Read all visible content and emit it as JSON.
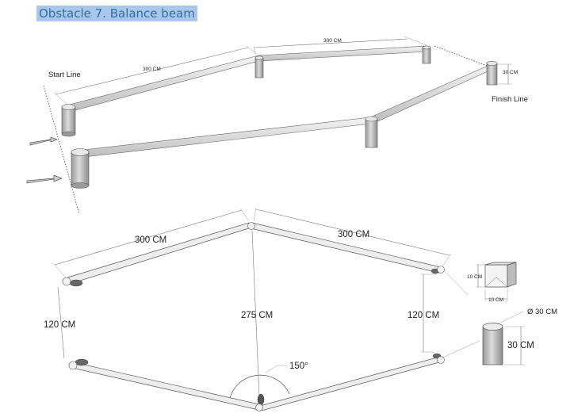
{
  "title": "Obstacle 7. Balance beam",
  "colors": {
    "title_text": "#2f6fa3",
    "title_highlight": "#a9c7e8",
    "beam": "#e9e9e9",
    "beam_edge": "#555555"
  },
  "perspective": {
    "start_line": "Start Line",
    "finish_line": "Finish Line",
    "dim_left": "300 CM",
    "dim_right": "300 CM",
    "dim_post": "30 CM"
  },
  "plan": {
    "dim_upper_left": "300 CM",
    "dim_upper_right": "300 CM",
    "dim_left_gap": "120 CM",
    "dim_right_gap": "120 CM",
    "dim_center": "275 CM",
    "angle": "150°"
  },
  "beam_detail": {
    "height": "10 CM",
    "width": "10 CM"
  },
  "post_detail": {
    "diameter": "Ø 30 CM",
    "height": "30 CM"
  }
}
